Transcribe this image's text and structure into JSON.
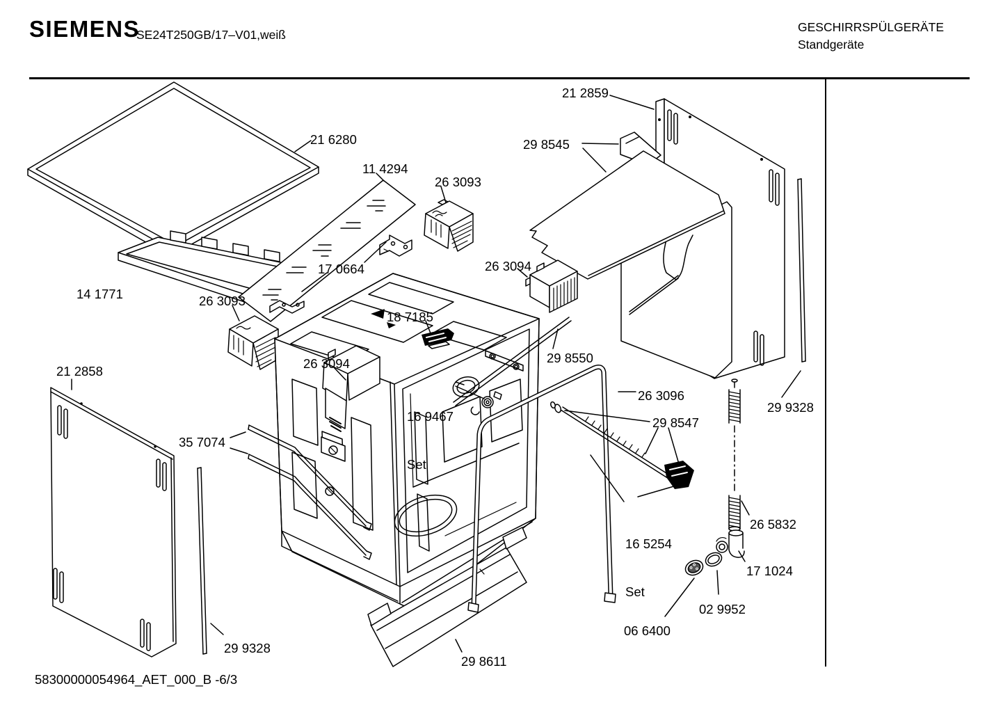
{
  "header": {
    "brand": "SIEMENS",
    "model": "SE24T250GB/17–V01,weiß",
    "category": "GESCHIRRSPÜLGERÄTE",
    "subcategory": "Standgeräte"
  },
  "footer": {
    "document_id": "58300000054964_AET_000_B -6/3"
  },
  "parts": [
    {
      "ref": "21 6280"
    },
    {
      "ref": "11 4294"
    },
    {
      "ref": "26 3093"
    },
    {
      "ref": "17 0664"
    },
    {
      "ref": "14 1771"
    },
    {
      "ref": "26 3093"
    },
    {
      "ref": "21 2859"
    },
    {
      "ref": "29 8545"
    },
    {
      "ref": "26 3094"
    },
    {
      "ref": "18 7185"
    },
    {
      "ref": "26 3094"
    },
    {
      "ref": "16 9467",
      "qualifier": "Set"
    },
    {
      "ref": "29 8550"
    },
    {
      "ref": "21 2858"
    },
    {
      "ref": "26 3096"
    },
    {
      "ref": "29 9328"
    },
    {
      "ref": "29 8547"
    },
    {
      "ref": "35 7074"
    },
    {
      "ref": "16 5254",
      "qualifier": "Set"
    },
    {
      "ref": "26 5832"
    },
    {
      "ref": "17 1024"
    },
    {
      "ref": "02 9952"
    },
    {
      "ref": "06 6400"
    },
    {
      "ref": "29 9328"
    },
    {
      "ref": "29 8611"
    }
  ]
}
